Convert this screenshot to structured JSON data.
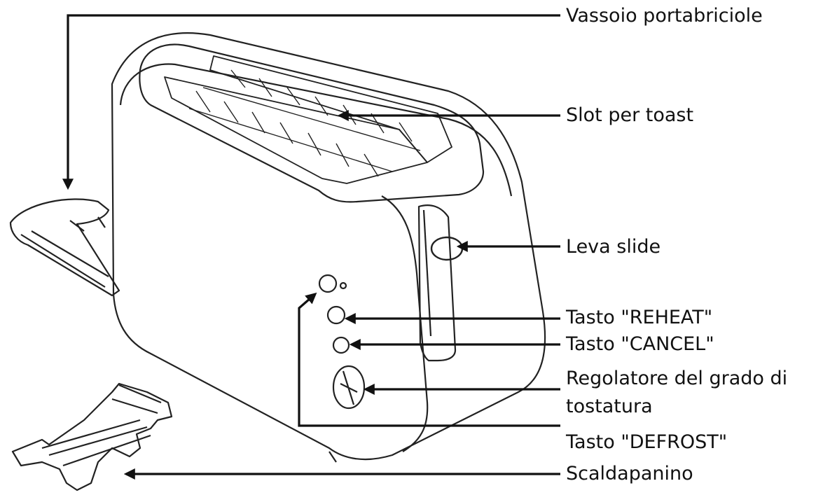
{
  "labels": {
    "crumb_tray": "Vassoio portabriciole",
    "toast_slot": "Slot per toast",
    "slide_lever": "Leva slide",
    "reheat": "Tasto \"REHEAT\"",
    "cancel": "Tasto \"CANCEL\"",
    "browning_line1": "Regolatore del grado di",
    "browning_line2": "tostatura",
    "defrost": "Tasto \"DEFROST\"",
    "bun_warmer": "Scaldapanino"
  }
}
